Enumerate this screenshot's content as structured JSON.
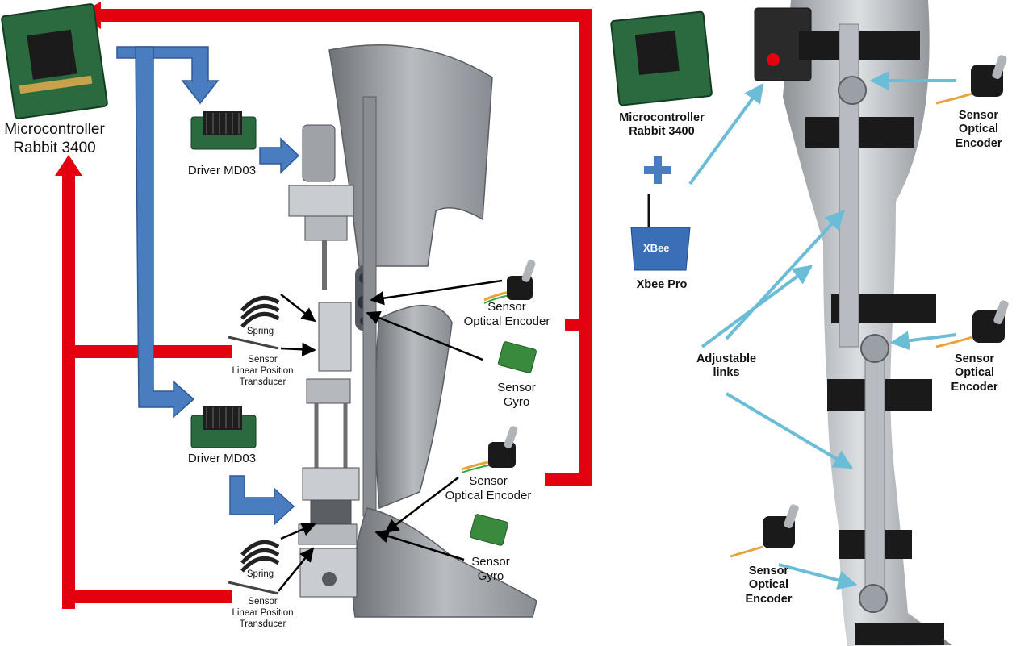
{
  "labels": {
    "mc_left_1": "Microcontroller",
    "mc_left_2": "Rabbit 3400",
    "driver_top": "Driver MD03",
    "driver_bottom": "Driver MD03",
    "spring_top": "Spring",
    "lpt_top_1": "Sensor",
    "lpt_top_2": "Linear Position",
    "lpt_top_3": "Transducer",
    "spring_bottom": "Spring",
    "lpt_bottom_1": "Sensor",
    "lpt_bottom_2": "Linear Position",
    "lpt_bottom_3": "Transducer",
    "enc_knee_1": "Sensor",
    "enc_knee_2": "Optical Encoder",
    "gyro_top_1": "Sensor",
    "gyro_top_2": "Gyro",
    "enc_ankle_1": "Sensor",
    "enc_ankle_2": "Optical Encoder",
    "gyro_bottom_1": "Sensor",
    "gyro_bottom_2": "Gyro",
    "mc_right_1": "Microcontroller",
    "mc_right_2": "Rabbit 3400",
    "xbee_chip": "XBee",
    "xbee": "Xbee Pro",
    "adjustable_1": "Adjustable",
    "adjustable_2": "links",
    "enc_hip_1": "Sensor",
    "enc_hip_2": "Optical",
    "enc_hip_3": "Encoder",
    "enc_rknee_1": "Sensor",
    "enc_rknee_2": "Optical",
    "enc_rknee_3": "Encoder",
    "enc_rankle_1": "Sensor",
    "enc_rankle_2": "Optical",
    "enc_rankle_3": "Encoder"
  },
  "colors": {
    "feedback_arrow": "#e3000f",
    "control_arrow": "#4a7cc0",
    "pointer_arrow": "#6bbcd6",
    "orthosis": "#9a9ea3",
    "orthosis_dark": "#6e7378",
    "board": "#2a6a3e",
    "strap": "#1a1a1a",
    "link": "#b8bcc2",
    "status_led": "#e3000f"
  }
}
